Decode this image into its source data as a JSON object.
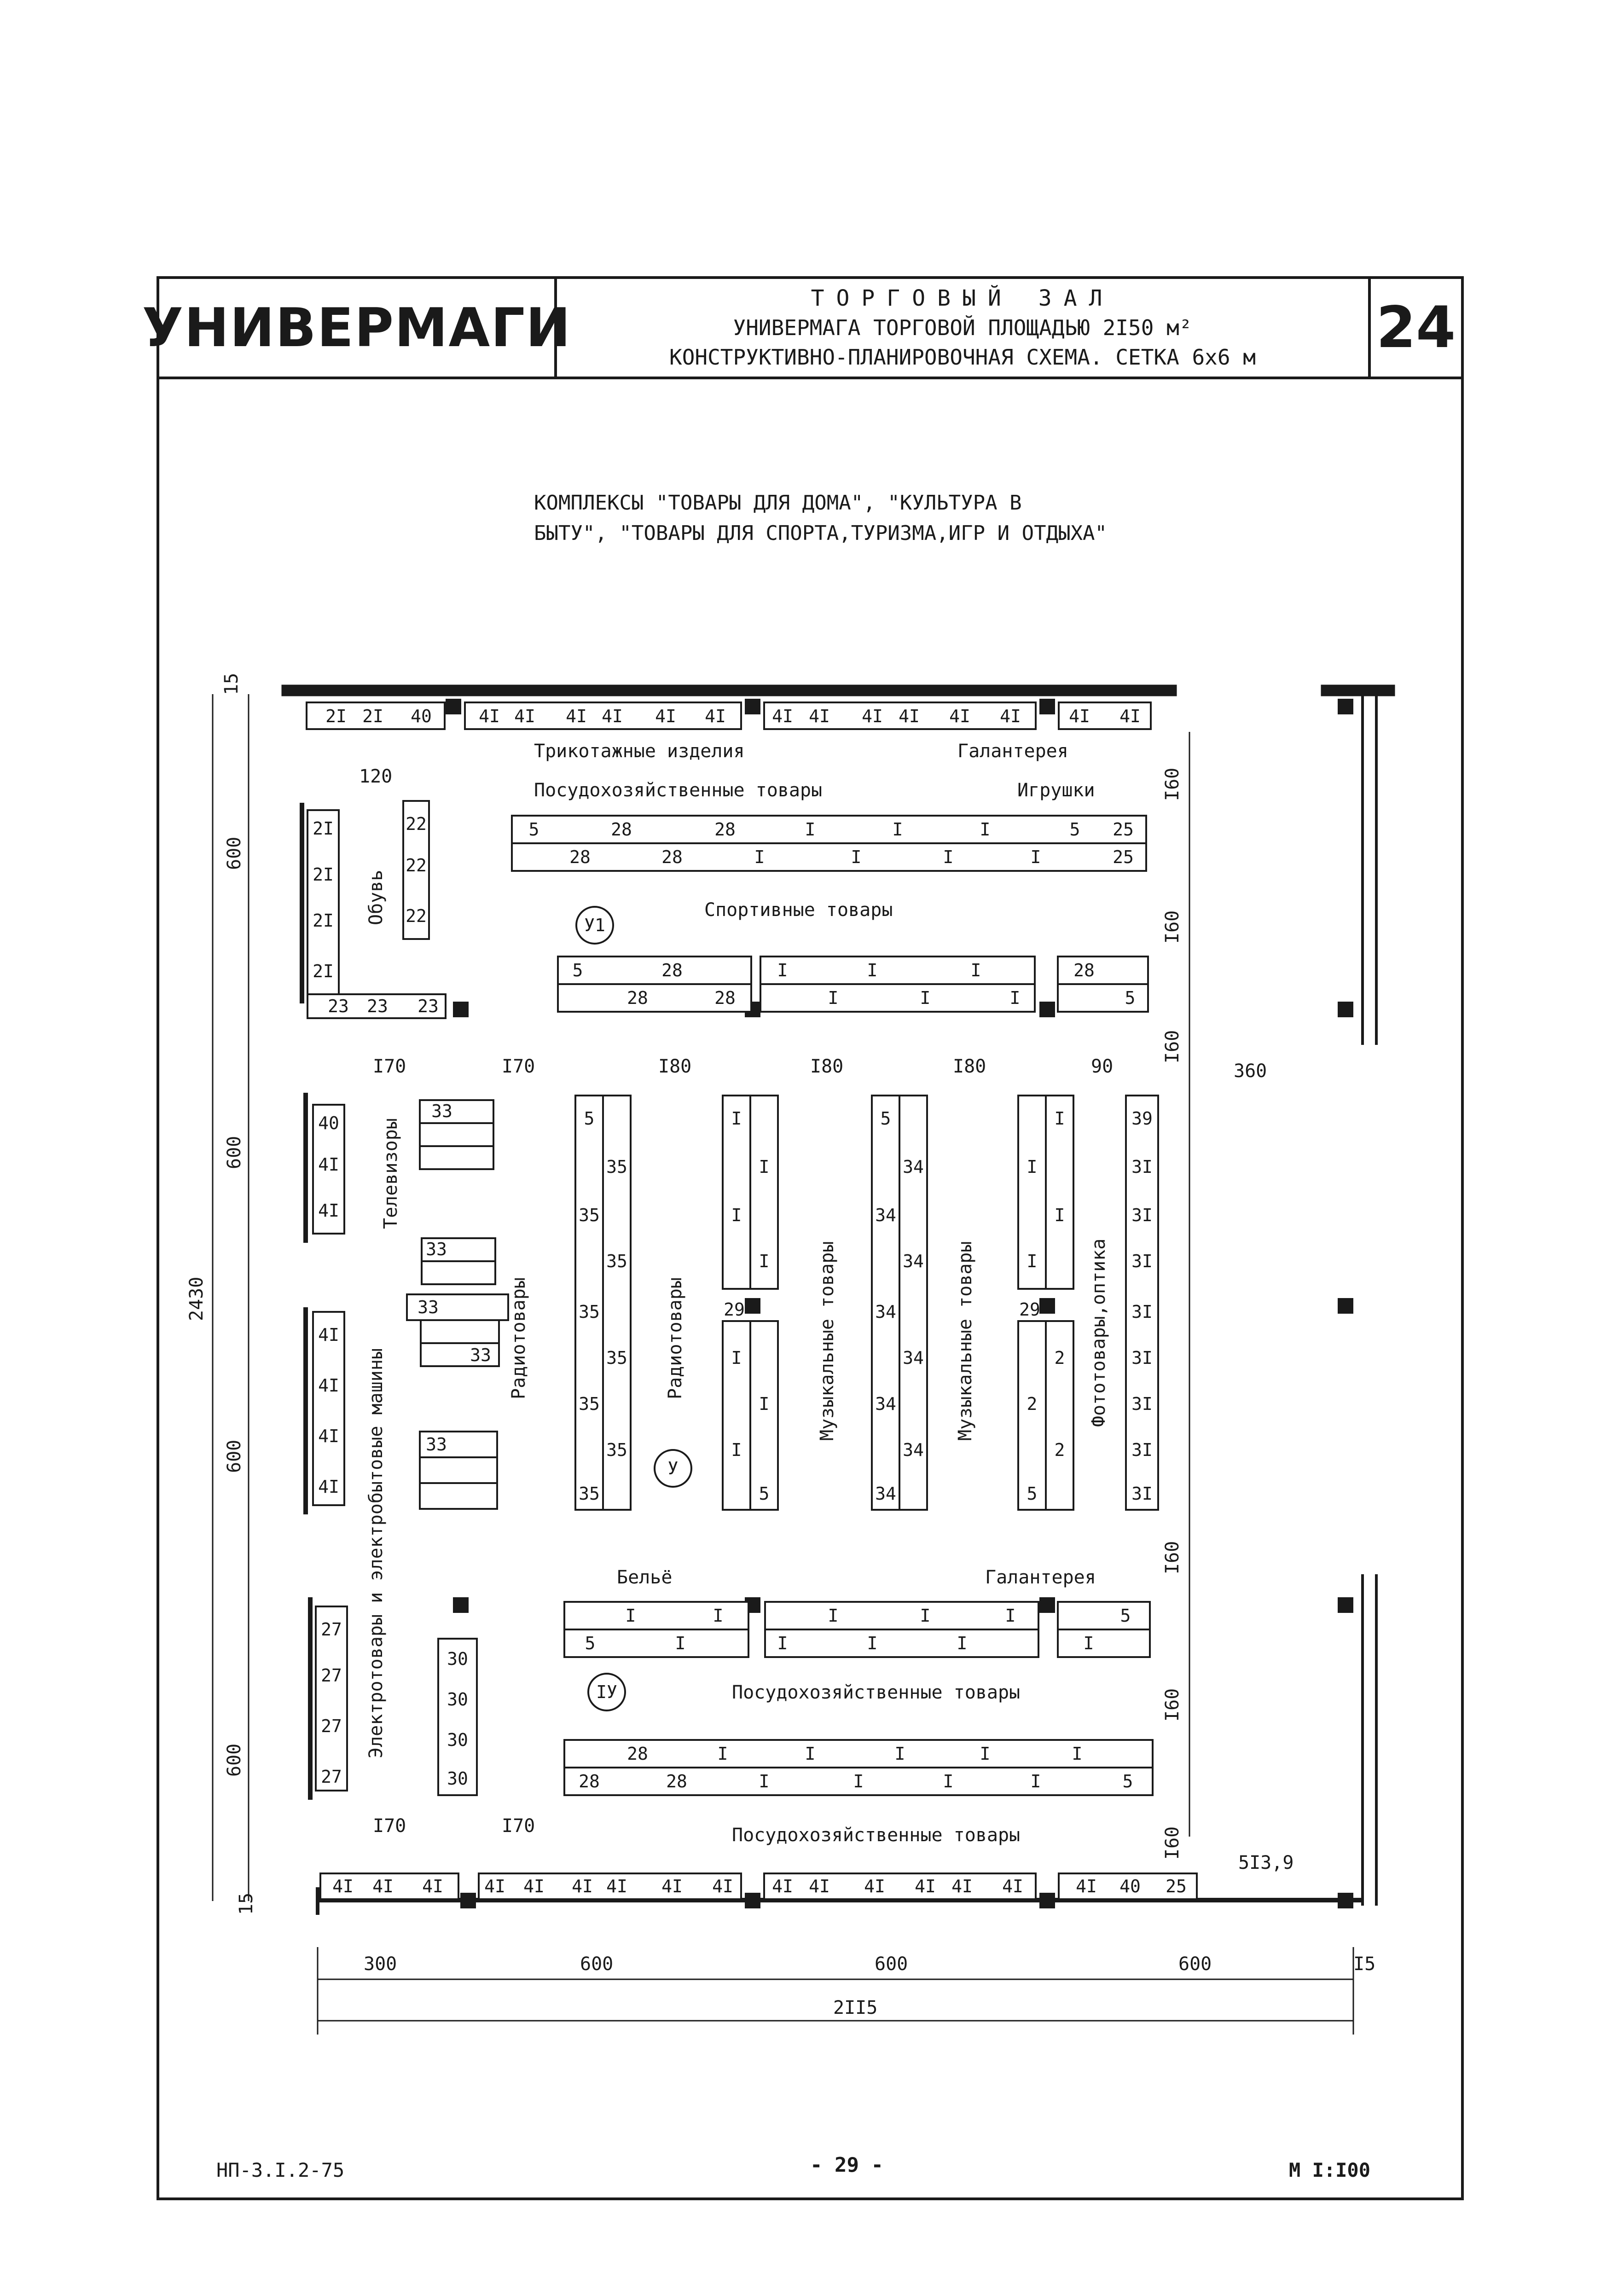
{
  "header": {
    "brand": "УНИВЕРМАГИ",
    "title_line1": "ТОРГОВЫЙ ЗАЛ",
    "title_line2": "УНИВЕРМАГА ТОРГОВОЙ ПЛОЩАДЬЮ 2I50 м²",
    "title_line3": "КОНСТРУКТИВНО-ПЛАНИРОВОЧНАЯ СХЕМА. СЕТКА 6х6 м",
    "sheet_number": "24"
  },
  "subtitle": "КОМПЛЕКСЫ \"ТОВАРЫ ДЛЯ ДОМА\", \"КУЛЬТУРА В\nБЫТУ\", \"ТОВАРЫ ДЛЯ СПОРТА,ТУРИЗМА,ИГР И ОТДЫХА\"",
  "departments": {
    "knitwear": "Трикотажные изделия",
    "haberdashery_top": "Галантерея",
    "household_top": "Посудохозяйственные товары",
    "toys": "Игрушки",
    "footwear": "Обувь",
    "sports": "Спортивные товары",
    "tv": "Телевизоры",
    "radio_left": "Радиотовары",
    "radio_center": "Радиотовары",
    "music_1": "Музыкальные товары",
    "music_2": "Музыкальные товары",
    "photo": "Фототовары,оптика",
    "electro": "Электротовары и электробытовые машины",
    "linen": "Бельё",
    "haberdashery_bottom": "Галантерея",
    "household_mid": "Посудохозяйственные товары",
    "household_bottom": "Посудохозяйственные товары"
  },
  "markers": {
    "u1": "У1",
    "u": "У",
    "iu": "IУ"
  },
  "dimensions": {
    "total_height": "2430",
    "col_600_a": "600",
    "col_600_b": "600",
    "col_600_c": "600",
    "col_600_d": "600",
    "top_15": "15",
    "bottom_15": "15",
    "d120": "120",
    "d160_a": "I60",
    "d160_b": "I60",
    "d160_c": "I60",
    "d160_d": "I60",
    "d160_e": "I60",
    "d160_f": "I60",
    "d170_a": "I70",
    "d170_b": "I70",
    "d180_a": "I80",
    "d180_b": "I80",
    "d180_c": "I80",
    "d90": "90",
    "d360": "360",
    "d170_c": "I70",
    "d170_d": "I70",
    "d513": "5I3,9",
    "b300": "300",
    "b600_a": "600",
    "b600_b": "600",
    "b600_c": "600",
    "b15": "I5",
    "b2115": "2II5"
  },
  "footer": {
    "code": "НП-3.I.2-75",
    "page": "- 29 -",
    "scale": "М  I:I00"
  }
}
